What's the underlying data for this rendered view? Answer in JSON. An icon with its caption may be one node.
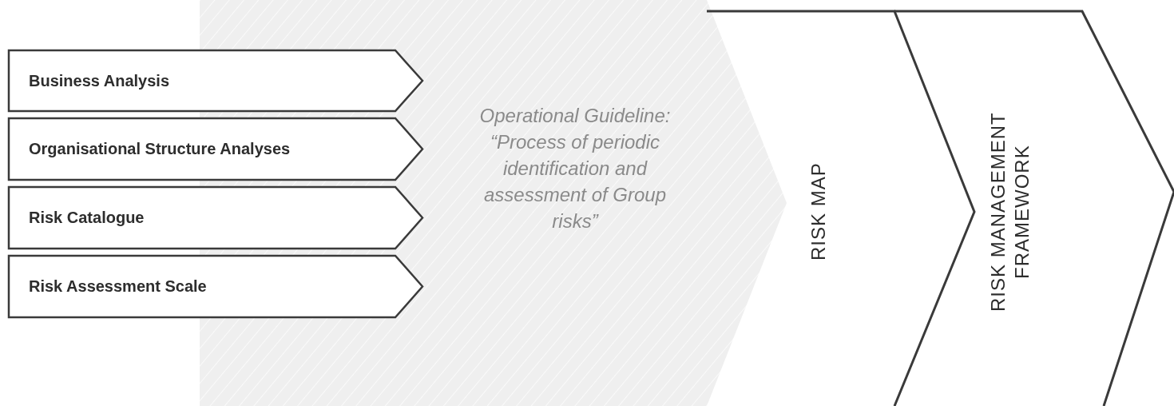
{
  "diagram": {
    "nodes": [
      {
        "text": [
          "Business Analysis"
        ]
      },
      {
        "text": [
          "Organisational Structure Analyses"
        ]
      },
      {
        "text": [
          "Risk Catalogue"
        ]
      },
      {
        "text": [
          "Risk Assessment Scale"
        ]
      },
      {
        "text": [
          "Operational Guideline: “Process of periodic identification and assessment of Group risks”"
        ]
      },
      {
        "text": [
          "RISK MAP"
        ]
      },
      {
        "text": [
          "RISK MANAGEMENT FRAMEWORK"
        ]
      }
    ]
  }
}
